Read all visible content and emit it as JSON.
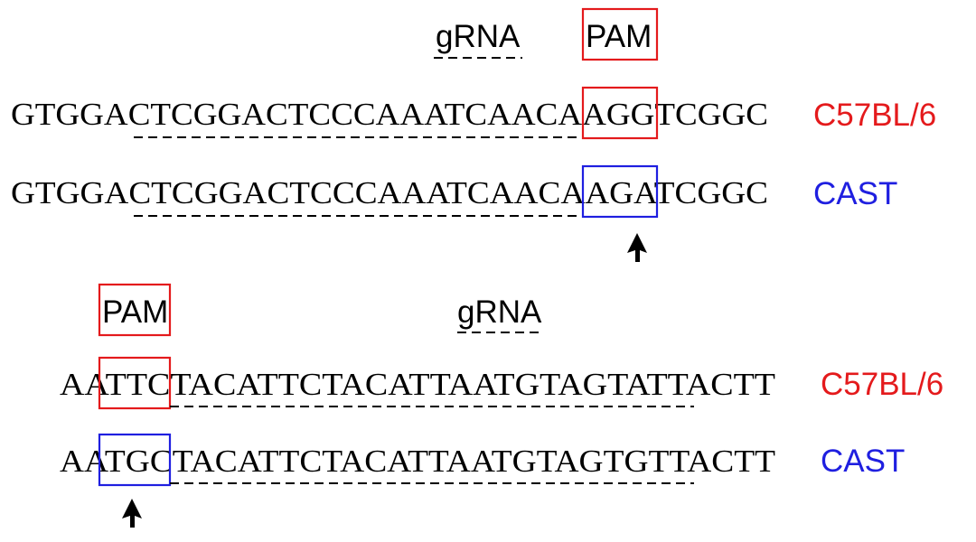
{
  "colors": {
    "c57": "#e41a1c",
    "cast": "#1f1fe0",
    "text": "#000000"
  },
  "panel_top": {
    "grna_label": "gRNA",
    "pam_label": "PAM",
    "seq_c57": "GTGGACTCGGACTCCCAAATCAACAAGGTCGGC",
    "seq_cast": "GTGGACTCGGACTCCCAAATCAACAAGATCGGC",
    "strain_c57": "C57BL/6",
    "strain_cast": "CAST"
  },
  "panel_bottom": {
    "grna_label": "gRNA",
    "pam_label": "PAM",
    "seq_c57": "AATTCTACATTCTACATTAATGTAGTATTACTT",
    "seq_cast": "AATGCTACATTCTACATTAATGTAGTGTTACTT",
    "strain_c57": "C57BL/6",
    "strain_cast": "CAST"
  }
}
